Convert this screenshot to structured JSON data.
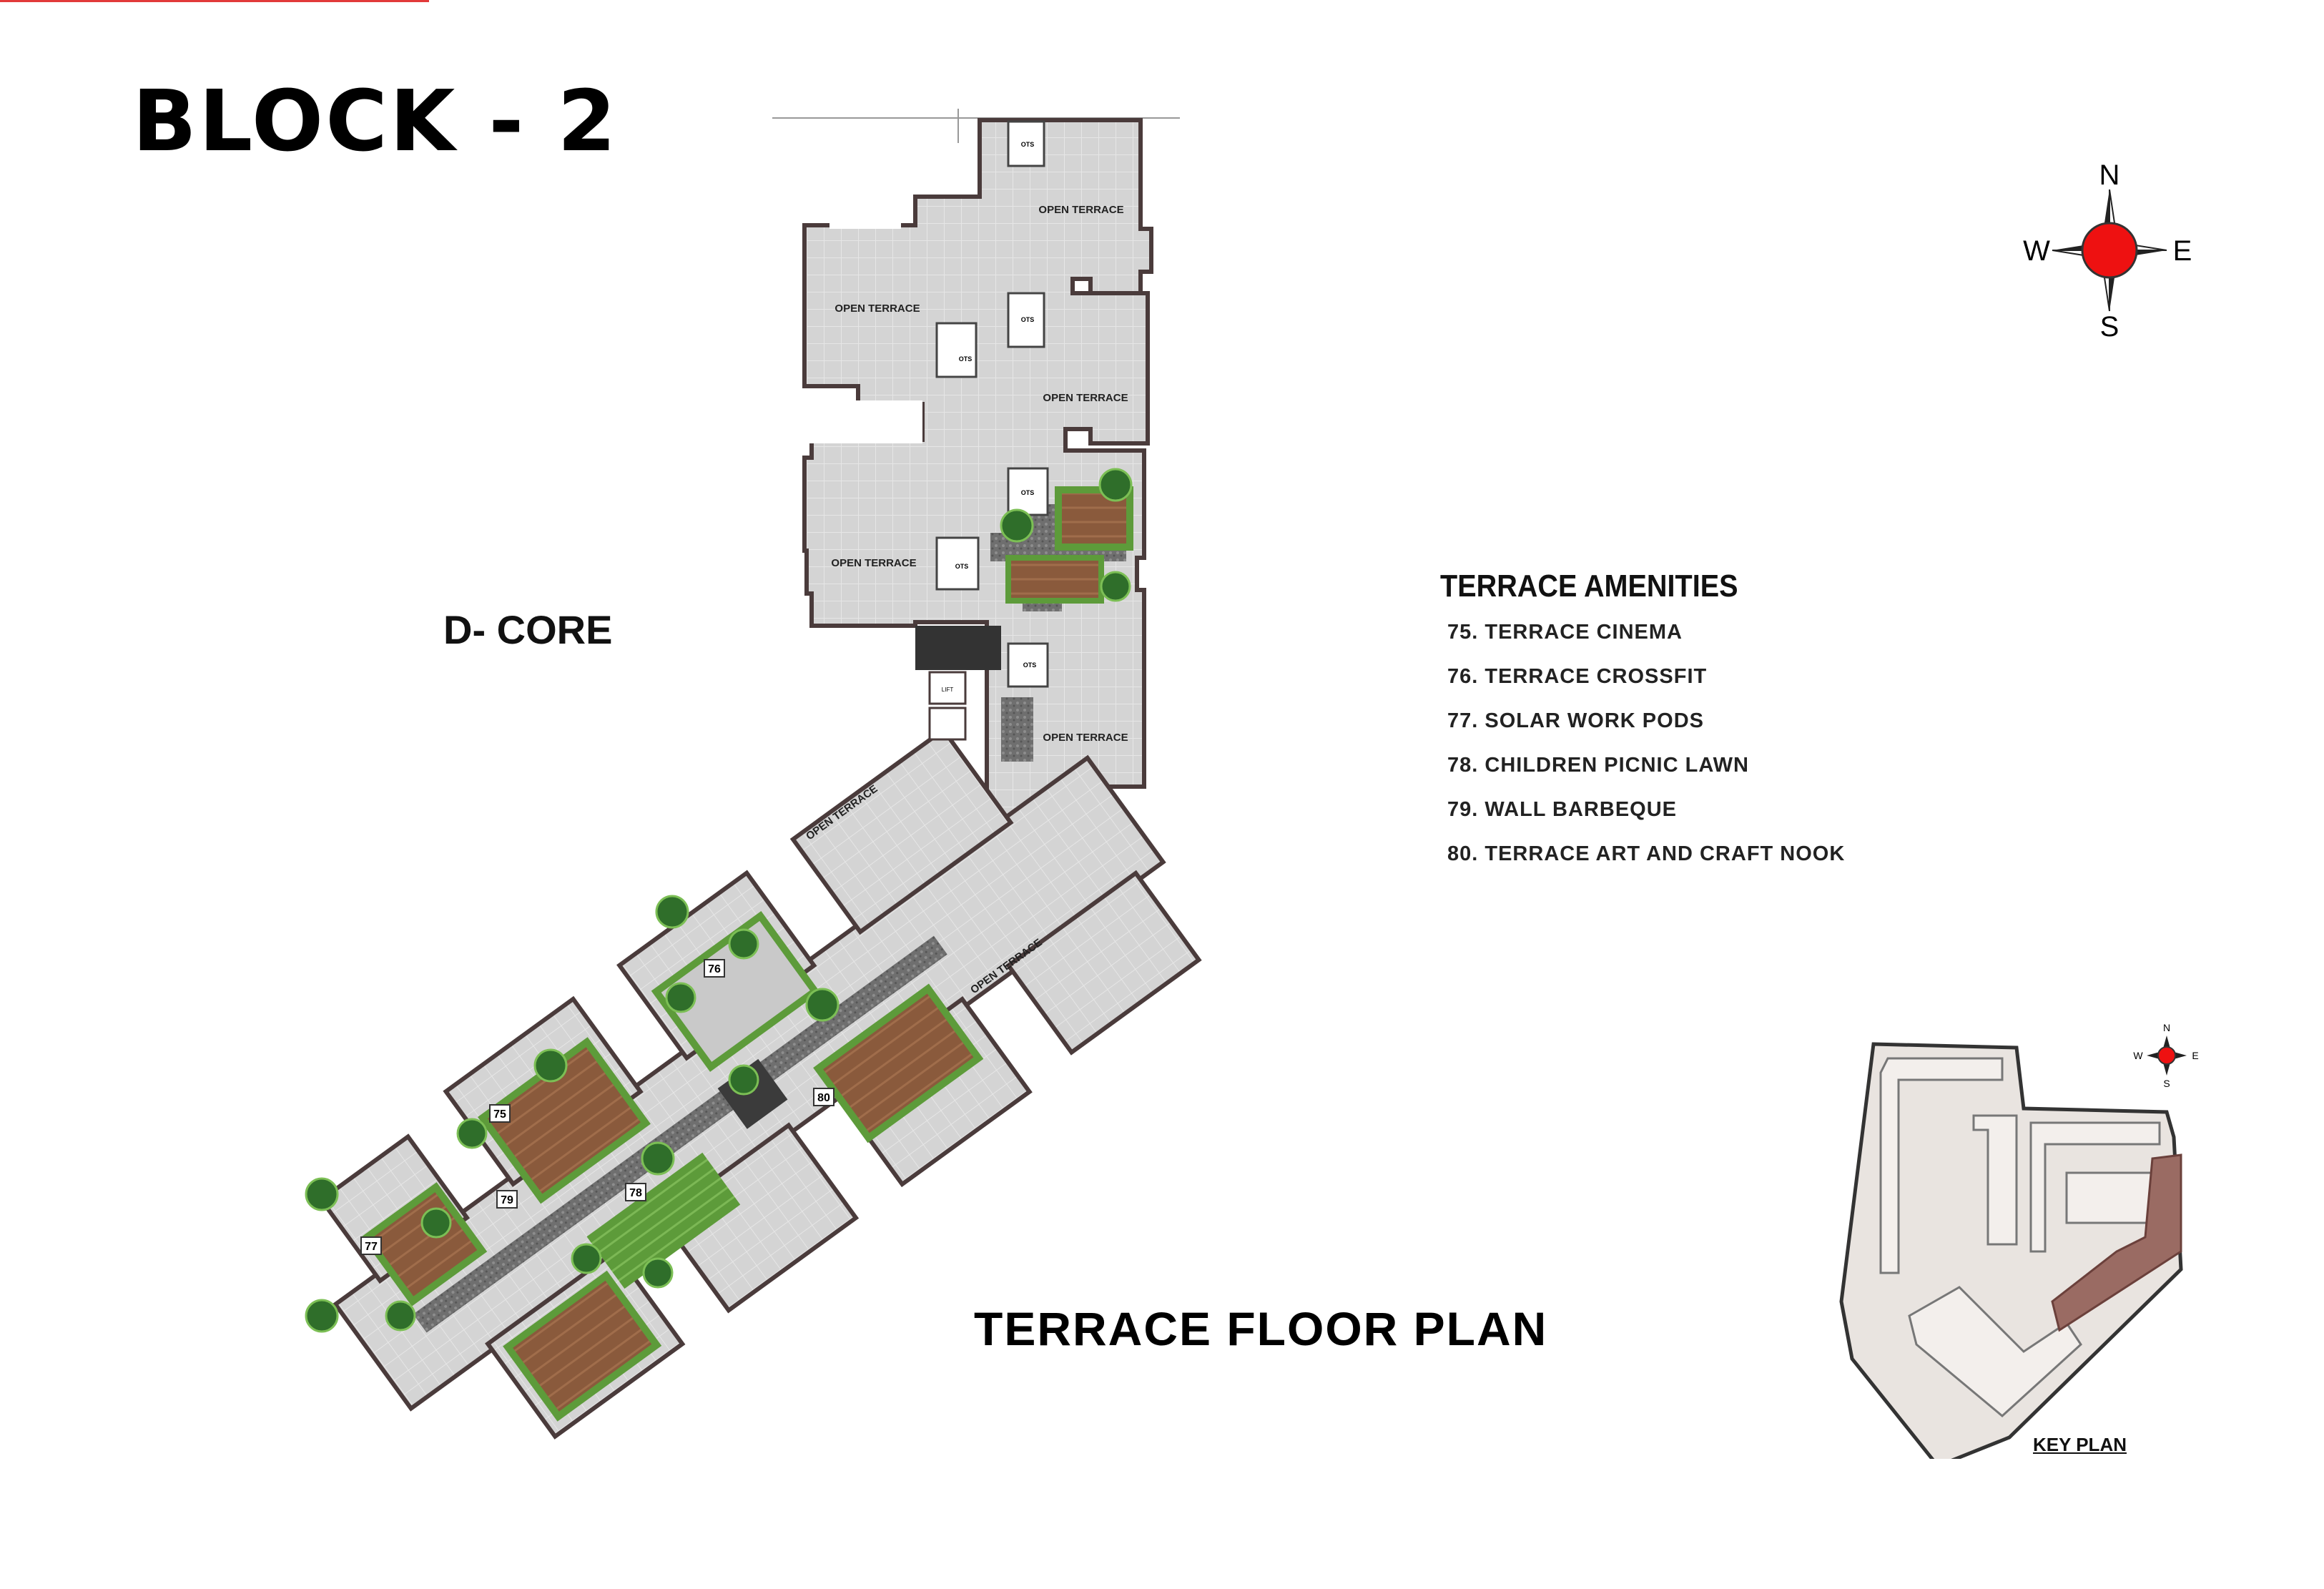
{
  "header": {
    "title": "BLOCK - 2"
  },
  "core_label": "D- CORE",
  "plan_title": "TERRACE FLOOR PLAN",
  "amenities": {
    "heading": "TERRACE AMENITIES",
    "items": [
      "75. TERRACE CINEMA",
      "76. TERRACE CROSSFIT",
      "77. SOLAR WORK PODS",
      "78. CHILDREN PICNIC LAWN",
      "79. WALL BARBEQUE",
      "80. TERRACE ART AND CRAFT NOOK"
    ]
  },
  "plan_labels": {
    "open_terrace": "OPEN TERRACE",
    "ots": "OTS",
    "lift": "LIFT",
    "markers": [
      "75",
      "76",
      "77",
      "78",
      "79",
      "80"
    ]
  },
  "compass": {
    "n": "N",
    "s": "S",
    "e": "E",
    "w": "W"
  },
  "key_plan": {
    "label": "KEY PLAN"
  },
  "colors": {
    "terrace": "#d6d6d6",
    "tile_line": "#e8e8e8",
    "outline": "#4a3b3b",
    "deck": "#8a5a3c",
    "lawn": "#5d9b3a",
    "paving": "#7d7d7d",
    "compass_red": "#ee1111",
    "highlight": "#9a6b63"
  }
}
